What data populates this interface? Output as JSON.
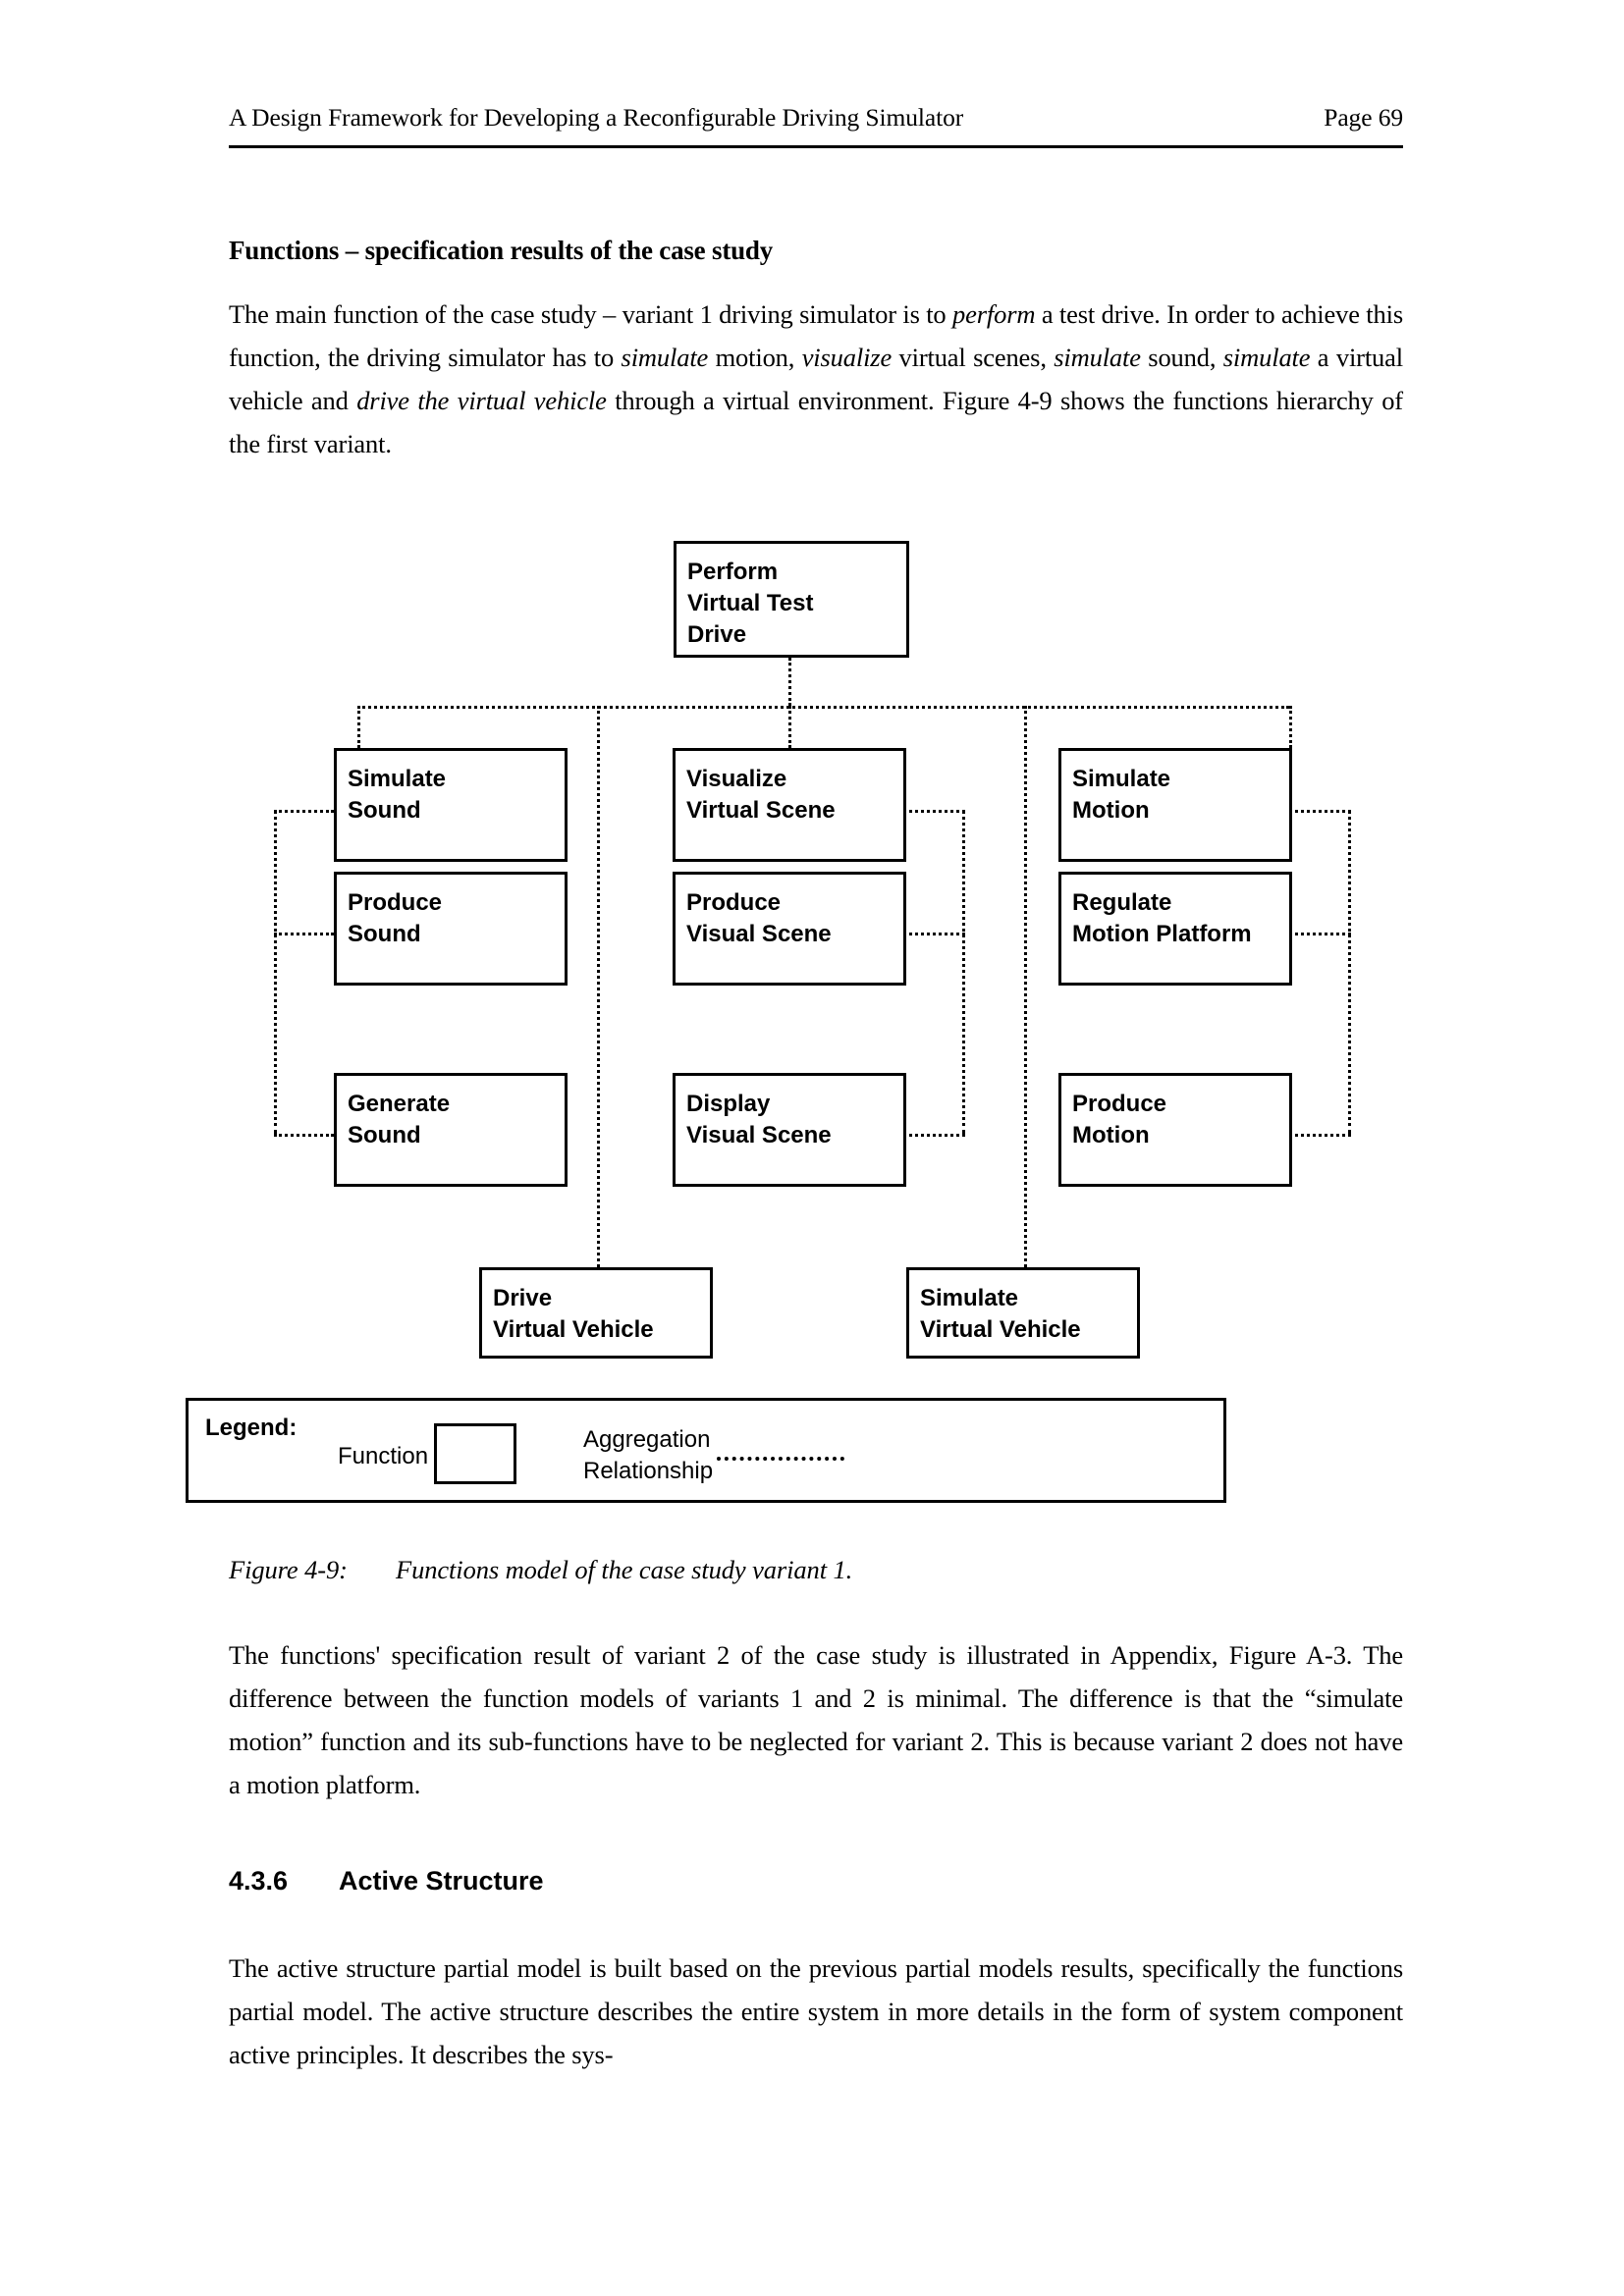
{
  "header": {
    "title": "A Design Framework for Developing a Reconfigurable Driving Simulator",
    "page_label": "Page 69"
  },
  "sections": {
    "functions_heading": "Functions – specification results of the case study",
    "intro_paragraph_html": "The main function of the case study – variant 1 driving simulator is to <i>perform</i> a test drive. In order to achieve this function, the driving simulator has to <i>simulate</i> motion, <i>visualize</i> virtual scenes, <i>simulate</i> sound, <i>simulate</i> a virtual vehicle and <i>drive the virtual vehicle</i> through a virtual environment. Figure 4-9 shows the functions hierarchy of the first variant.",
    "after_figure_paragraph": "The functions' specification result of variant 2 of the case study is illustrated in Appendix, Figure A-3. The difference between the function models of variants 1 and 2 is minimal. The difference is that the “simulate motion” function and its sub-functions have to be neglected for variant 2. This is because variant 2 does not have a motion platform.",
    "active_structure_number": "4.3.6",
    "active_structure_title": "Active Structure",
    "active_structure_paragraph": "The active structure partial model is built based on the previous partial models results, specifically the functions partial model. The active structure describes the entire system in more details in the form of system component active principles. It describes the sys-"
  },
  "figure": {
    "caption_number": "Figure 4-9:",
    "caption_text": "Functions model of the case study variant 1.",
    "root": "Perform\nVirtual Test\nDrive",
    "nodes": {
      "simulate_sound": "Simulate\nSound",
      "produce_sound": "Produce\nSound",
      "generate_sound": "Generate\nSound",
      "visualize_virtual_scene": "Visualize\nVirtual Scene",
      "produce_visual_scene": "Produce\nVisual Scene",
      "display_visual_scene": "Display\nVisual Scene",
      "simulate_motion": "Simulate\nMotion",
      "regulate_motion_platform": "Regulate\nMotion Platform",
      "produce_motion": "Produce\nMotion",
      "drive_virtual_vehicle": "Drive\nVirtual Vehicle",
      "simulate_virtual_vehicle": "Simulate\nVirtual Vehicle"
    },
    "legend": {
      "title": "Legend:",
      "function_label": "Function",
      "relationship_label": "Aggregation\nRelationship"
    }
  },
  "colors": {
    "ink": "#000000",
    "paper": "#ffffff"
  }
}
